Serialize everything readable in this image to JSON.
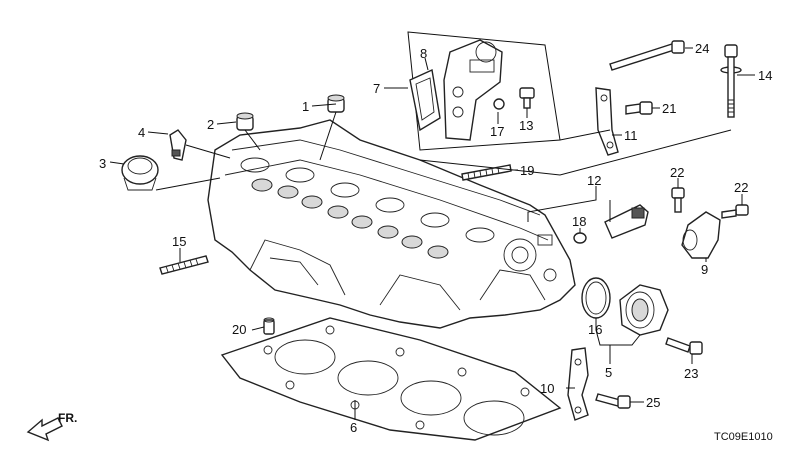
{
  "diagram": {
    "code": "TC09E1010",
    "direction": "FR.",
    "callouts": [
      "1",
      "2",
      "3",
      "4",
      "5",
      "6",
      "7",
      "8",
      "9",
      "10",
      "11",
      "12",
      "13",
      "14",
      "15",
      "16",
      "17",
      "18",
      "19",
      "20",
      "21",
      "22",
      "22",
      "23",
      "24",
      "25"
    ]
  }
}
